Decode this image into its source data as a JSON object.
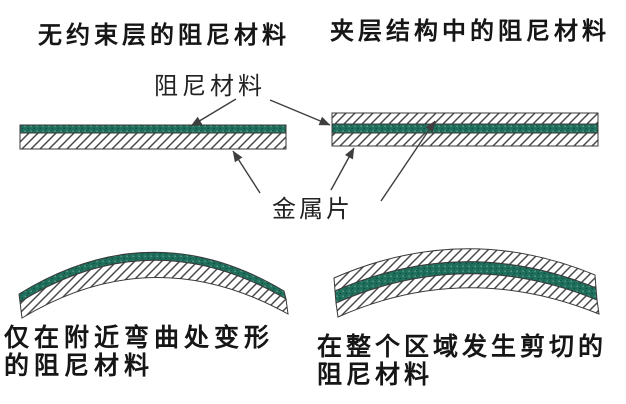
{
  "titles": {
    "unconstrained": "无约束层的阻尼材料",
    "sandwich": "夹层结构中的阻尼材料"
  },
  "callouts": {
    "damping_material": "阻尼材料",
    "metal_sheet": "金属片"
  },
  "captions": {
    "bottom_left_line1": "仅在附近弯曲处变形",
    "bottom_left_line2": "的阻尼材料",
    "bottom_right_line1": "在整个区域发生剪切的",
    "bottom_right_line2": "阻尼材料"
  },
  "colors": {
    "damping_layer_teal": "#20705e",
    "damping_speckle_light": "#5f9c8c",
    "damping_speckle_dark": "#0c4a3d",
    "metal_hatch_line": "#4a4a4a",
    "metal_hatch_background": "#ffffff",
    "outline": "#3a3a3a",
    "arrow": "#3e3e3e",
    "text": "#161616",
    "background": "#ffffff"
  }
}
